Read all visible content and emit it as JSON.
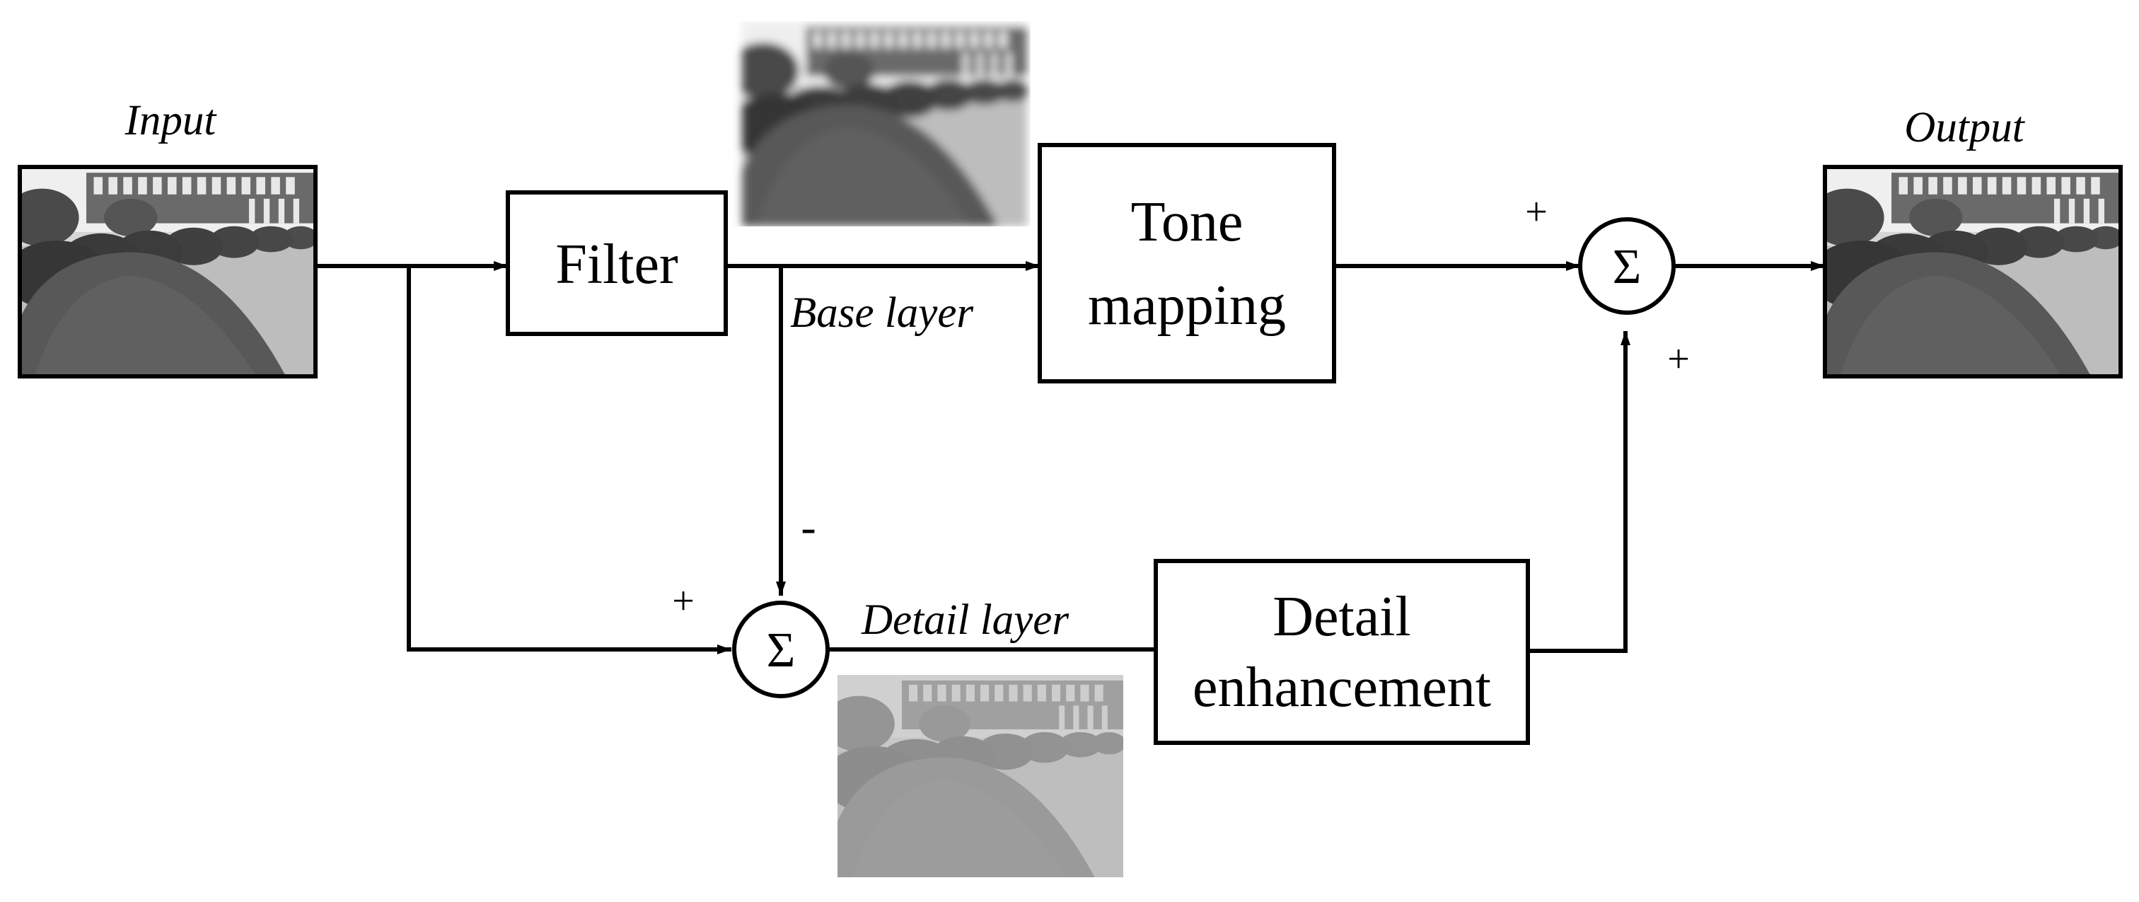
{
  "labels": {
    "input": "Input",
    "output": "Output",
    "base_layer": "Base layer",
    "detail_layer": "Detail layer"
  },
  "blocks": {
    "filter": "Filter",
    "tone_mapping_line1": "Tone",
    "tone_mapping_line2": "mapping",
    "detail_enh_line1": "Detail",
    "detail_enh_line2": "enhancement"
  },
  "summers": {
    "symbol": "Σ",
    "top_plus_left": "+",
    "top_plus_bottom": "+",
    "bottom_plus": "+",
    "bottom_minus": "-"
  },
  "images": {
    "input": "input-photo",
    "output": "output-photo",
    "base": "base-layer-photo",
    "detail": "detail-layer-photo"
  }
}
